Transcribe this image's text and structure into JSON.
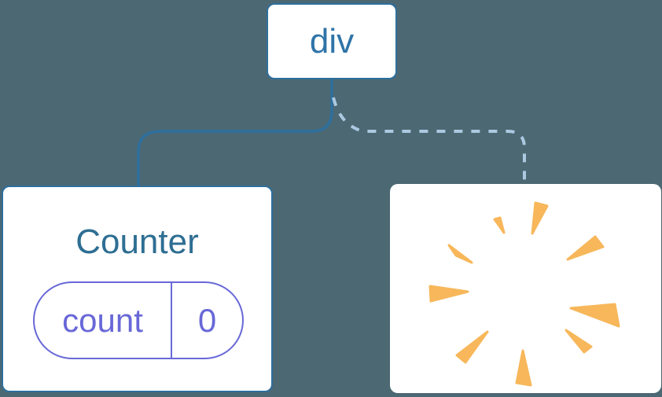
{
  "diagram": {
    "title": "component-tree-state-diagram",
    "root_node": {
      "label": "div"
    },
    "counter_node": {
      "title": "Counter",
      "state": {
        "key": "count",
        "value": "0"
      }
    },
    "removed_node": {
      "icon": "poof-burst-icon"
    },
    "edges": [
      {
        "from": "div",
        "to": "Counter",
        "style": "solid"
      },
      {
        "from": "div",
        "to": "removed",
        "style": "dashed"
      }
    ]
  },
  "colors": {
    "bg": "#4c6873",
    "node-border": "#2e6f9d",
    "node-text": "#2f74a8",
    "dash": "#abc9e1",
    "purple": "#6868d8",
    "orange": "#f7b75a",
    "white": "#ffffff"
  }
}
